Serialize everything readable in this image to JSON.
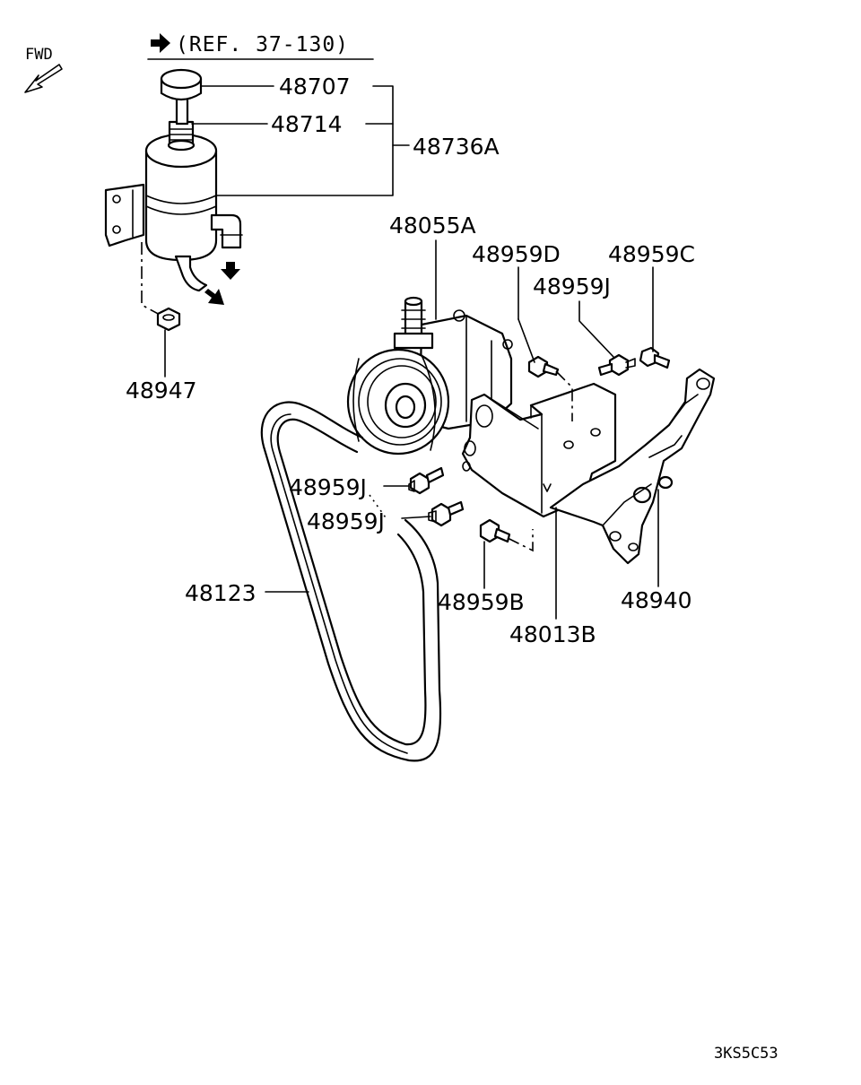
{
  "header": {
    "fwd_label": "FWD",
    "reference": "(REF. 37-130)"
  },
  "parts": {
    "cap": "48707",
    "strainer": "48714",
    "reservoir_assy": "48736A",
    "nut": "48947",
    "pump_assy": "48055A",
    "bolt_d": "48959D",
    "bolt_c": "48959C",
    "bolt_j_top": "48959J",
    "bolt_j_left_1": "48959J",
    "bolt_j_left_2": "48959J",
    "belt": "48123",
    "bolt_b": "48959B",
    "bracket": "48013B",
    "brace": "48940"
  },
  "footer": {
    "diagram_code": "3KS5C53"
  }
}
